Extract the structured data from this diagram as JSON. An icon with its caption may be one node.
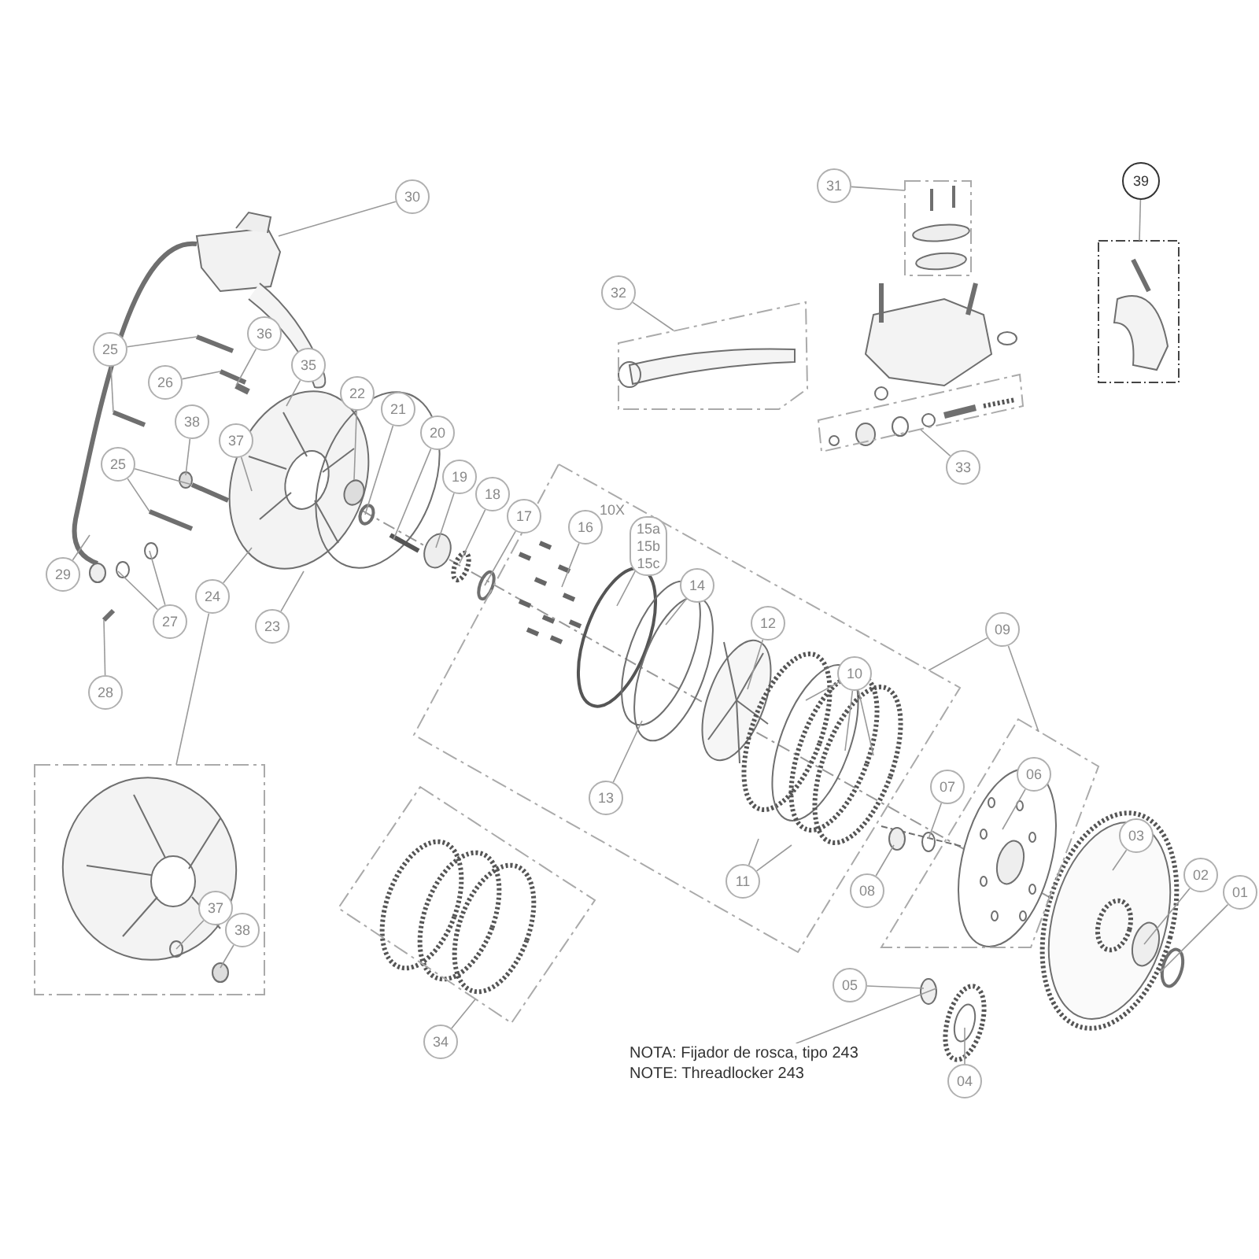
{
  "diagram": {
    "nodes": [
      {
        "text": [
          "30"
        ]
      },
      {
        "text": [
          "31"
        ]
      },
      {
        "text": [
          "39"
        ]
      },
      {
        "text": [
          "32"
        ]
      },
      {
        "text": [
          "33"
        ]
      },
      {
        "text": [
          "25"
        ]
      },
      {
        "text": [
          "36"
        ]
      },
      {
        "text": [
          "35"
        ]
      },
      {
        "text": [
          "26"
        ]
      },
      {
        "text": [
          "38"
        ]
      },
      {
        "text": [
          "37"
        ]
      },
      {
        "text": [
          "22"
        ]
      },
      {
        "text": [
          "21"
        ]
      },
      {
        "text": [
          "20"
        ]
      },
      {
        "text": [
          "25"
        ]
      },
      {
        "text": [
          "19"
        ]
      },
      {
        "text": [
          "18"
        ]
      },
      {
        "text": [
          "17"
        ]
      },
      {
        "text": [
          "16"
        ]
      },
      {
        "text": [
          "15a 15b 15c"
        ]
      },
      {
        "text": [
          "14"
        ]
      },
      {
        "text": [
          "12"
        ]
      },
      {
        "text": [
          "10"
        ]
      },
      {
        "text": [
          "09"
        ]
      },
      {
        "text": [
          "29"
        ]
      },
      {
        "text": [
          "24"
        ]
      },
      {
        "text": [
          "27"
        ]
      },
      {
        "text": [
          "23"
        ]
      },
      {
        "text": [
          "28"
        ]
      },
      {
        "text": [
          "07"
        ]
      },
      {
        "text": [
          "06"
        ]
      },
      {
        "text": [
          "11"
        ]
      },
      {
        "text": [
          "13"
        ]
      },
      {
        "text": [
          "08"
        ]
      },
      {
        "text": [
          "03"
        ]
      },
      {
        "text": [
          "02"
        ]
      },
      {
        "text": [
          "01"
        ]
      },
      {
        "text": [
          "37"
        ]
      },
      {
        "text": [
          "38"
        ]
      },
      {
        "text": [
          "34"
        ]
      },
      {
        "text": [
          "05"
        ]
      },
      {
        "text": [
          "04"
        ]
      },
      {
        "text": [
          "NOTA: Fijador de rosca, tipo 243",
          "NOTE: Threadlocker 243"
        ]
      }
    ],
    "edges": [
      {
        "from": 0,
        "to": null,
        "arrow": "none"
      },
      {
        "from": 1,
        "to": null,
        "arrow": "none"
      },
      {
        "from": 2,
        "to": null,
        "arrow": "none"
      },
      {
        "from": 3,
        "to": null,
        "arrow": "none"
      },
      {
        "from": 4,
        "to": null,
        "arrow": "none"
      },
      {
        "from": 5,
        "to": null,
        "arrow": "none"
      },
      {
        "from": 5,
        "to": null,
        "arrow": "none"
      },
      {
        "from": 6,
        "to": null,
        "arrow": "none"
      },
      {
        "from": 7,
        "to": null,
        "arrow": "none"
      },
      {
        "from": 8,
        "to": null,
        "arrow": "none"
      },
      {
        "from": 9,
        "to": null,
        "arrow": "none"
      },
      {
        "from": 10,
        "to": null,
        "arrow": "none"
      },
      {
        "from": 11,
        "to": null,
        "arrow": "none"
      },
      {
        "from": 12,
        "to": null,
        "arrow": "none"
      },
      {
        "from": 13,
        "to": null,
        "arrow": "none"
      },
      {
        "from": 14,
        "to": null,
        "arrow": "none"
      },
      {
        "from": 14,
        "to": null,
        "arrow": "none"
      },
      {
        "from": 15,
        "to": null,
        "arrow": "none"
      },
      {
        "from": 16,
        "to": null,
        "arrow": "none"
      },
      {
        "from": 17,
        "to": null,
        "arrow": "none"
      },
      {
        "from": 18,
        "to": null,
        "arrow": "none"
      },
      {
        "from": 19,
        "to": null,
        "arrow": "none"
      },
      {
        "from": 20,
        "to": null,
        "arrow": "none"
      },
      {
        "from": 21,
        "to": null,
        "arrow": "none"
      },
      {
        "from": 22,
        "to": null,
        "arrow": "none"
      },
      {
        "from": 22,
        "to": null,
        "arrow": "none"
      },
      {
        "from": 22,
        "to": null,
        "arrow": "none"
      },
      {
        "from": 23,
        "to": null,
        "arrow": "none"
      },
      {
        "from": 23,
        "to": null,
        "arrow": "none"
      },
      {
        "from": 24,
        "to": null,
        "arrow": "none"
      },
      {
        "from": 25,
        "to": null,
        "arrow": "none"
      },
      {
        "from": 25,
        "to": null,
        "arrow": "none"
      },
      {
        "from": 26,
        "to": null,
        "arrow": "none"
      },
      {
        "from": 26,
        "to": null,
        "arrow": "none"
      },
      {
        "from": 27,
        "to": null,
        "arrow": "none"
      },
      {
        "from": 28,
        "to": null,
        "arrow": "none"
      },
      {
        "from": 29,
        "to": null,
        "arrow": "none"
      },
      {
        "from": 30,
        "to": null,
        "arrow": "none"
      },
      {
        "from": 31,
        "to": null,
        "arrow": "none"
      },
      {
        "from": 31,
        "to": null,
        "arrow": "none"
      },
      {
        "from": 32,
        "to": null,
        "arrow": "none"
      },
      {
        "from": 33,
        "to": null,
        "arrow": "none"
      },
      {
        "from": 34,
        "to": null,
        "arrow": "none"
      },
      {
        "from": 35,
        "to": null,
        "arrow": "none"
      },
      {
        "from": 36,
        "to": null,
        "arrow": "none"
      },
      {
        "from": 39,
        "to": null,
        "arrow": "none"
      },
      {
        "from": 37,
        "to": null,
        "arrow": "none"
      },
      {
        "from": 38,
        "to": null,
        "arrow": "none"
      },
      {
        "from": 40,
        "to": null,
        "arrow": "none"
      },
      {
        "from": 41,
        "to": null,
        "arrow": "none"
      },
      {
        "from": 42,
        "to": null,
        "arrow": "none"
      }
    ],
    "labels": [
      "10X"
    ]
  }
}
